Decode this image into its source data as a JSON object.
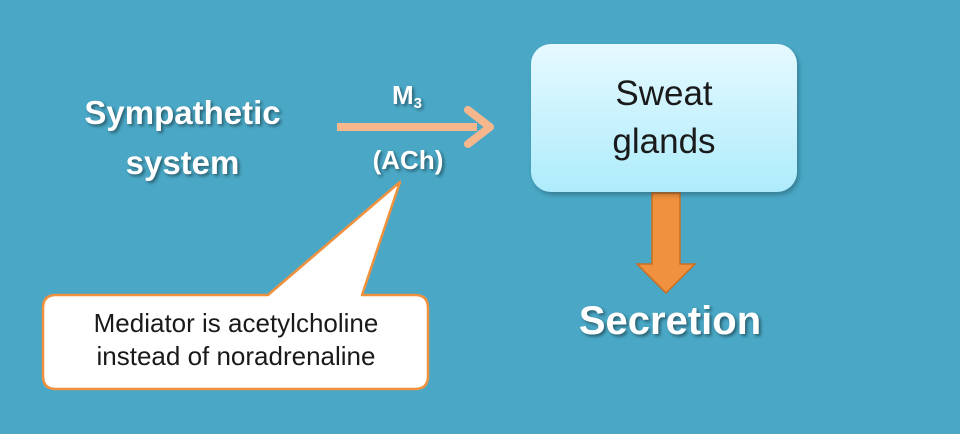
{
  "source": {
    "line1": "Sympathetic",
    "line2": "system"
  },
  "arrow": {
    "receptor_main": "M",
    "receptor_sub": "3",
    "mediator": "(ACh)"
  },
  "target": {
    "line1": "Sweat",
    "line2": "glands"
  },
  "output": {
    "label": "Secretion"
  },
  "callout": {
    "line1": "Mediator is acetylcholine",
    "line2": "instead of noradrenaline"
  },
  "colors": {
    "background": "#4aa8c6",
    "arrow_light": "#f6b78d",
    "arrow_orange": "#f0913e",
    "callout_border": "#f0913e",
    "box_top": "#e6f9ff",
    "box_bottom": "#aeecfb"
  }
}
